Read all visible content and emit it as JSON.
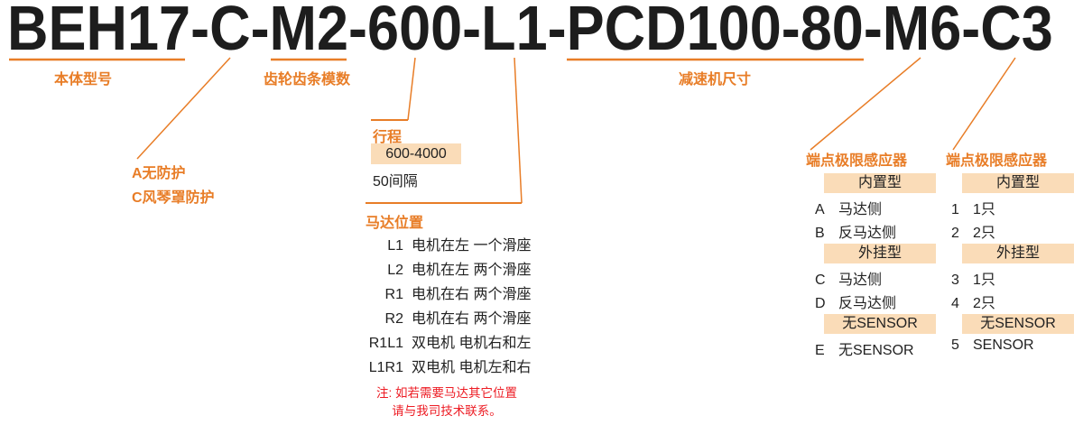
{
  "model_number": "BEH17-C-M2-600-L1-PCD100-80-M6-C3",
  "colors": {
    "accent_orange": "#e87d27",
    "highlight_bg": "#fadcb8",
    "note_red": "#ed1c24",
    "title_ink": "#1d1d1d"
  },
  "labels": {
    "body_model": "本体型号",
    "protection_a": "A无防护",
    "protection_c": "C风琴罩防护",
    "gear_module": "齿轮齿条模数",
    "reducer_size": "减速机尺寸"
  },
  "stroke": {
    "title": "行程",
    "range": "600-4000",
    "interval": "50间隔"
  },
  "motor_position": {
    "title": "马达位置",
    "rows": [
      {
        "code": "L1",
        "desc": "电机在左 一个滑座"
      },
      {
        "code": "L2",
        "desc": "电机在左 两个滑座"
      },
      {
        "code": "R1",
        "desc": "电机在右 两个滑座"
      },
      {
        "code": "R2",
        "desc": "电机在右 两个滑座"
      },
      {
        "code": "R1L1",
        "desc": "双电机 电机右和左"
      },
      {
        "code": "L1R1",
        "desc": "双电机 电机左和右"
      }
    ],
    "note_line1": "注: 如若需要马达其它位置",
    "note_line2": "请与我司技术联系。"
  },
  "sensor_type": {
    "title": "端点极限感应器",
    "groups": [
      {
        "header": "内置型",
        "rows": [
          {
            "code": "A",
            "desc": "马达侧"
          },
          {
            "code": "B",
            "desc": "反马达侧"
          }
        ]
      },
      {
        "header": "外挂型",
        "rows": [
          {
            "code": "C",
            "desc": "马达侧"
          },
          {
            "code": "D",
            "desc": "反马达侧"
          }
        ]
      },
      {
        "header": "无SENSOR",
        "rows": [
          {
            "code": "E",
            "desc": "无SENSOR"
          }
        ]
      }
    ]
  },
  "sensor_count": {
    "title": "端点极限感应器",
    "groups": [
      {
        "header": "内置型",
        "rows": [
          {
            "code": "1",
            "desc": "1只"
          },
          {
            "code": "2",
            "desc": "2只"
          }
        ]
      },
      {
        "header": "外挂型",
        "rows": [
          {
            "code": "3",
            "desc": "1只"
          },
          {
            "code": "4",
            "desc": "2只"
          }
        ]
      },
      {
        "header": "无SENSOR",
        "rows": [
          {
            "code": "5",
            "desc": "SENSOR"
          }
        ]
      }
    ]
  }
}
